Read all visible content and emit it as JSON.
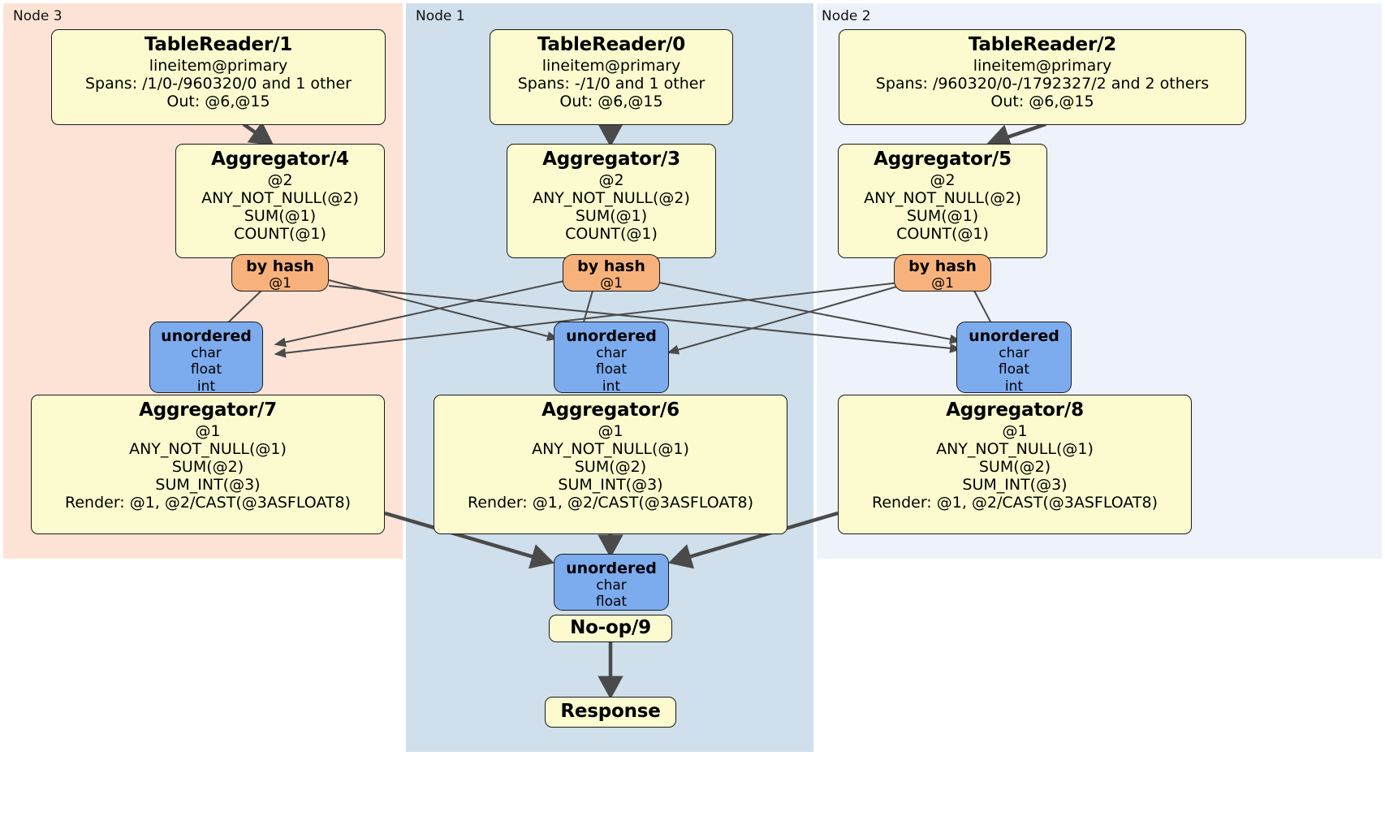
{
  "diagram": {
    "type": "distsql-flow-plan",
    "background": "#ffffff",
    "colors": {
      "node3_region": "#fce3d6",
      "node1_region": "#cfdfeb",
      "node2_region": "#eef2fb",
      "processor_fill": "#fbfbcf",
      "router_fill": "#f7b27b",
      "synchronizer_fill": "#7cabee",
      "stroke": "#1b1b1b",
      "edge_thin": "#4a4a4a",
      "edge_thick": "#4a4a4a"
    }
  },
  "regions": [
    {
      "id": "node3",
      "label": "Node 3"
    },
    {
      "id": "node1",
      "label": "Node 1"
    },
    {
      "id": "node2",
      "label": "Node 2"
    }
  ],
  "processors": {
    "tablereader1": {
      "title": "TableReader/1",
      "lines": [
        "lineitem@primary",
        "Spans: /1/0-/960320/0 and 1 other",
        "Out: @6,@15"
      ]
    },
    "tablereader0": {
      "title": "TableReader/0",
      "lines": [
        "lineitem@primary",
        "Spans: -/1/0 and 1 other",
        "Out: @6,@15"
      ]
    },
    "tablereader2": {
      "title": "TableReader/2",
      "lines": [
        "lineitem@primary",
        "Spans: /960320/0-/1792327/2 and 2 others",
        "Out: @6,@15"
      ]
    },
    "aggregator4": {
      "title": "Aggregator/4",
      "lines": [
        "@2",
        "ANY_NOT_NULL(@2)",
        "SUM(@1)",
        "COUNT(@1)"
      ]
    },
    "aggregator3": {
      "title": "Aggregator/3",
      "lines": [
        "@2",
        "ANY_NOT_NULL(@2)",
        "SUM(@1)",
        "COUNT(@1)"
      ]
    },
    "aggregator5": {
      "title": "Aggregator/5",
      "lines": [
        "@2",
        "ANY_NOT_NULL(@2)",
        "SUM(@1)",
        "COUNT(@1)"
      ]
    },
    "aggregator7": {
      "title": "Aggregator/7",
      "lines": [
        "@1",
        "ANY_NOT_NULL(@1)",
        "SUM(@2)",
        "SUM_INT(@3)",
        "Render: @1, @2/CAST(@3ASFLOAT8)"
      ]
    },
    "aggregator6": {
      "title": "Aggregator/6",
      "lines": [
        "@1",
        "ANY_NOT_NULL(@1)",
        "SUM(@2)",
        "SUM_INT(@3)",
        "Render: @1, @2/CAST(@3ASFLOAT8)"
      ]
    },
    "aggregator8": {
      "title": "Aggregator/8",
      "lines": [
        "@1",
        "ANY_NOT_NULL(@1)",
        "SUM(@2)",
        "SUM_INT(@3)",
        "Render: @1, @2/CAST(@3ASFLOAT8)"
      ]
    },
    "noop9": {
      "title": "No-op/9",
      "lines": []
    },
    "response": {
      "title": "Response",
      "lines": []
    }
  },
  "routers": {
    "byhash_left": {
      "title": "by hash",
      "lines": [
        "@1"
      ]
    },
    "byhash_center": {
      "title": "by hash",
      "lines": [
        "@1"
      ]
    },
    "byhash_right": {
      "title": "by hash",
      "lines": [
        "@1"
      ]
    }
  },
  "synchronizers": {
    "unordered_left": {
      "title": "unordered",
      "lines": [
        "char",
        "float",
        "int"
      ]
    },
    "unordered_center": {
      "title": "unordered",
      "lines": [
        "char",
        "float",
        "int"
      ]
    },
    "unordered_right": {
      "title": "unordered",
      "lines": [
        "char",
        "float",
        "int"
      ]
    },
    "unordered_final": {
      "title": "unordered",
      "lines": [
        "char",
        "float"
      ]
    }
  }
}
